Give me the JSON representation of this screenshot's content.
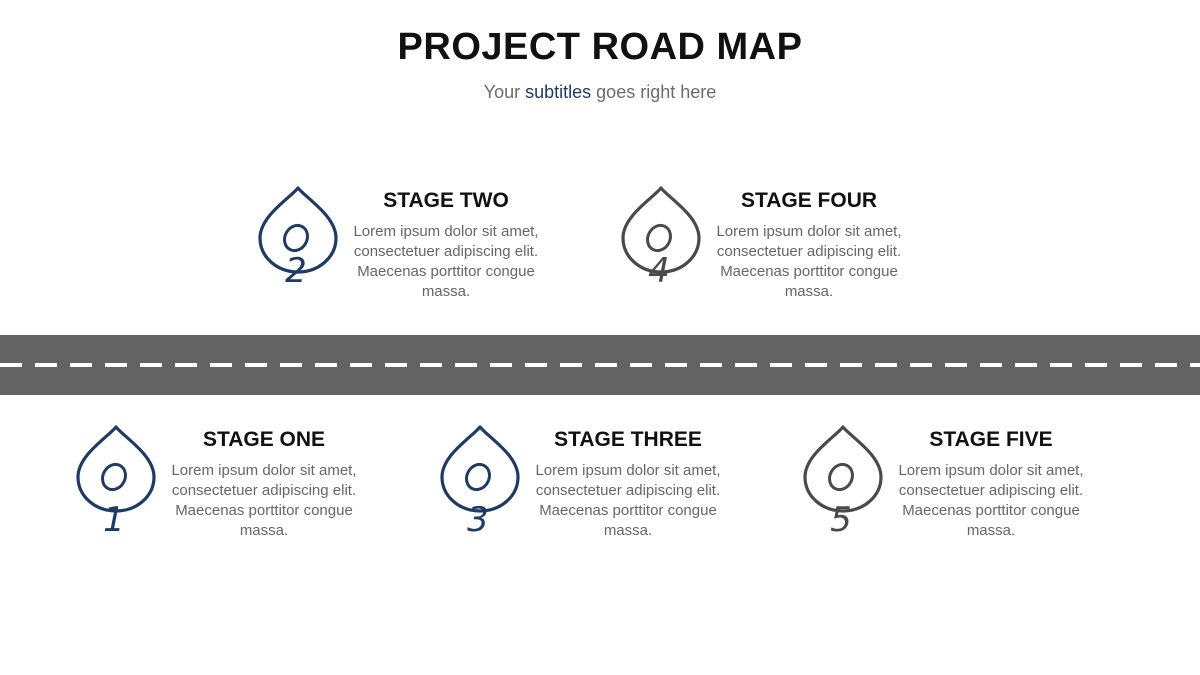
{
  "header": {
    "title": "PROJECT ROAD MAP",
    "subtitle_before": "Your ",
    "subtitle_accent": "subtitles",
    "subtitle_after": " goes right here"
  },
  "colors": {
    "navy": "#1f3a64",
    "gray": "#4a4a4a",
    "road": "#636363",
    "title": "#111111",
    "body_text": "#666666"
  },
  "stages": [
    {
      "number": "1",
      "title": "STAGE ONE",
      "description": "Lorem ipsum dolor sit amet, consectetuer adipiscing elit. Maecenas porttitor congue massa.",
      "pin_icon": "location-pin-icon",
      "pin_color": "navy"
    },
    {
      "number": "2",
      "title": "STAGE TWO",
      "description": "Lorem ipsum dolor sit amet, consectetuer adipiscing elit. Maecenas porttitor congue massa.",
      "pin_icon": "location-pin-icon",
      "pin_color": "navy"
    },
    {
      "number": "3",
      "title": "STAGE THREE",
      "description": "Lorem ipsum dolor sit amet, consectetuer adipiscing elit. Maecenas porttitor congue massa.",
      "pin_icon": "location-pin-icon",
      "pin_color": "navy"
    },
    {
      "number": "4",
      "title": "STAGE FOUR",
      "description": "Lorem ipsum dolor sit amet, consectetuer adipiscing elit. Maecenas porttitor congue massa.",
      "pin_icon": "location-pin-icon",
      "pin_color": "gray"
    },
    {
      "number": "5",
      "title": "STAGE FIVE",
      "description": "Lorem ipsum dolor sit amet, consectetuer adipiscing elit. Maecenas porttitor congue massa.",
      "pin_icon": "location-pin-icon",
      "pin_color": "gray"
    }
  ]
}
